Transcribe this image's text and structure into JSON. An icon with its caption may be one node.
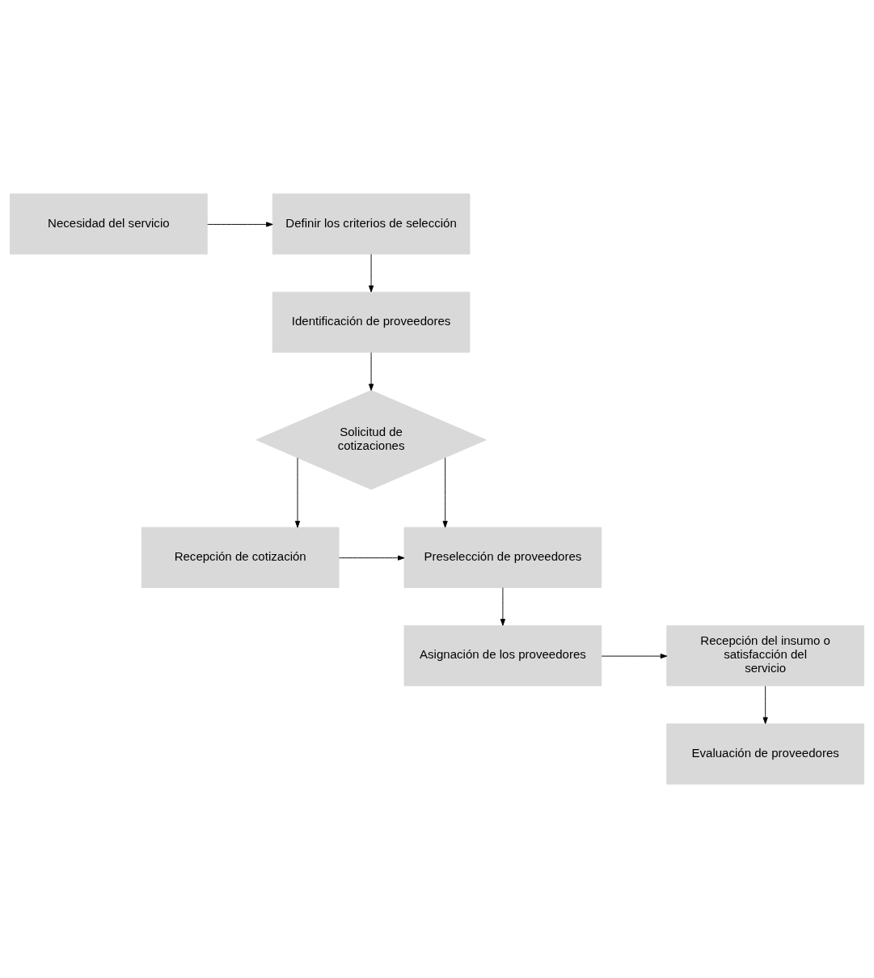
{
  "diagram": {
    "nodes": [
      {
        "text": [
          "Necesidad del servicio"
        ]
      },
      {
        "text": [
          "Definir los criterios de selección"
        ]
      },
      {
        "text": [
          "Identificación de proveedores"
        ]
      },
      {
        "text": [
          "Solicitud de cotizaciones"
        ]
      },
      {
        "text": [
          "Recepción de cotización"
        ]
      },
      {
        "text": [
          "Preselección de proveedores"
        ]
      },
      {
        "text": [
          "Asignación de los proveedores"
        ]
      },
      {
        "text": [
          "Recepción del insumo o satisfacción del servicio"
        ]
      },
      {
        "text": [
          "Evaluación de proveedores"
        ]
      }
    ],
    "edges": [
      {
        "from": 0,
        "to": 1,
        "arrow": "to"
      },
      {
        "from": 1,
        "to": 2,
        "arrow": "to"
      },
      {
        "from": 2,
        "to": 3,
        "arrow": "to"
      },
      {
        "from": 3,
        "to": 5,
        "arrow": "to"
      },
      {
        "from": 3,
        "to": 4,
        "arrow": "to"
      },
      {
        "from": 4,
        "to": 5,
        "arrow": "to"
      },
      {
        "from": 5,
        "to": 6,
        "arrow": "to"
      },
      {
        "from": 6,
        "to": 7,
        "arrow": "to"
      },
      {
        "from": 7,
        "to": 8,
        "arrow": "to"
      }
    ]
  }
}
